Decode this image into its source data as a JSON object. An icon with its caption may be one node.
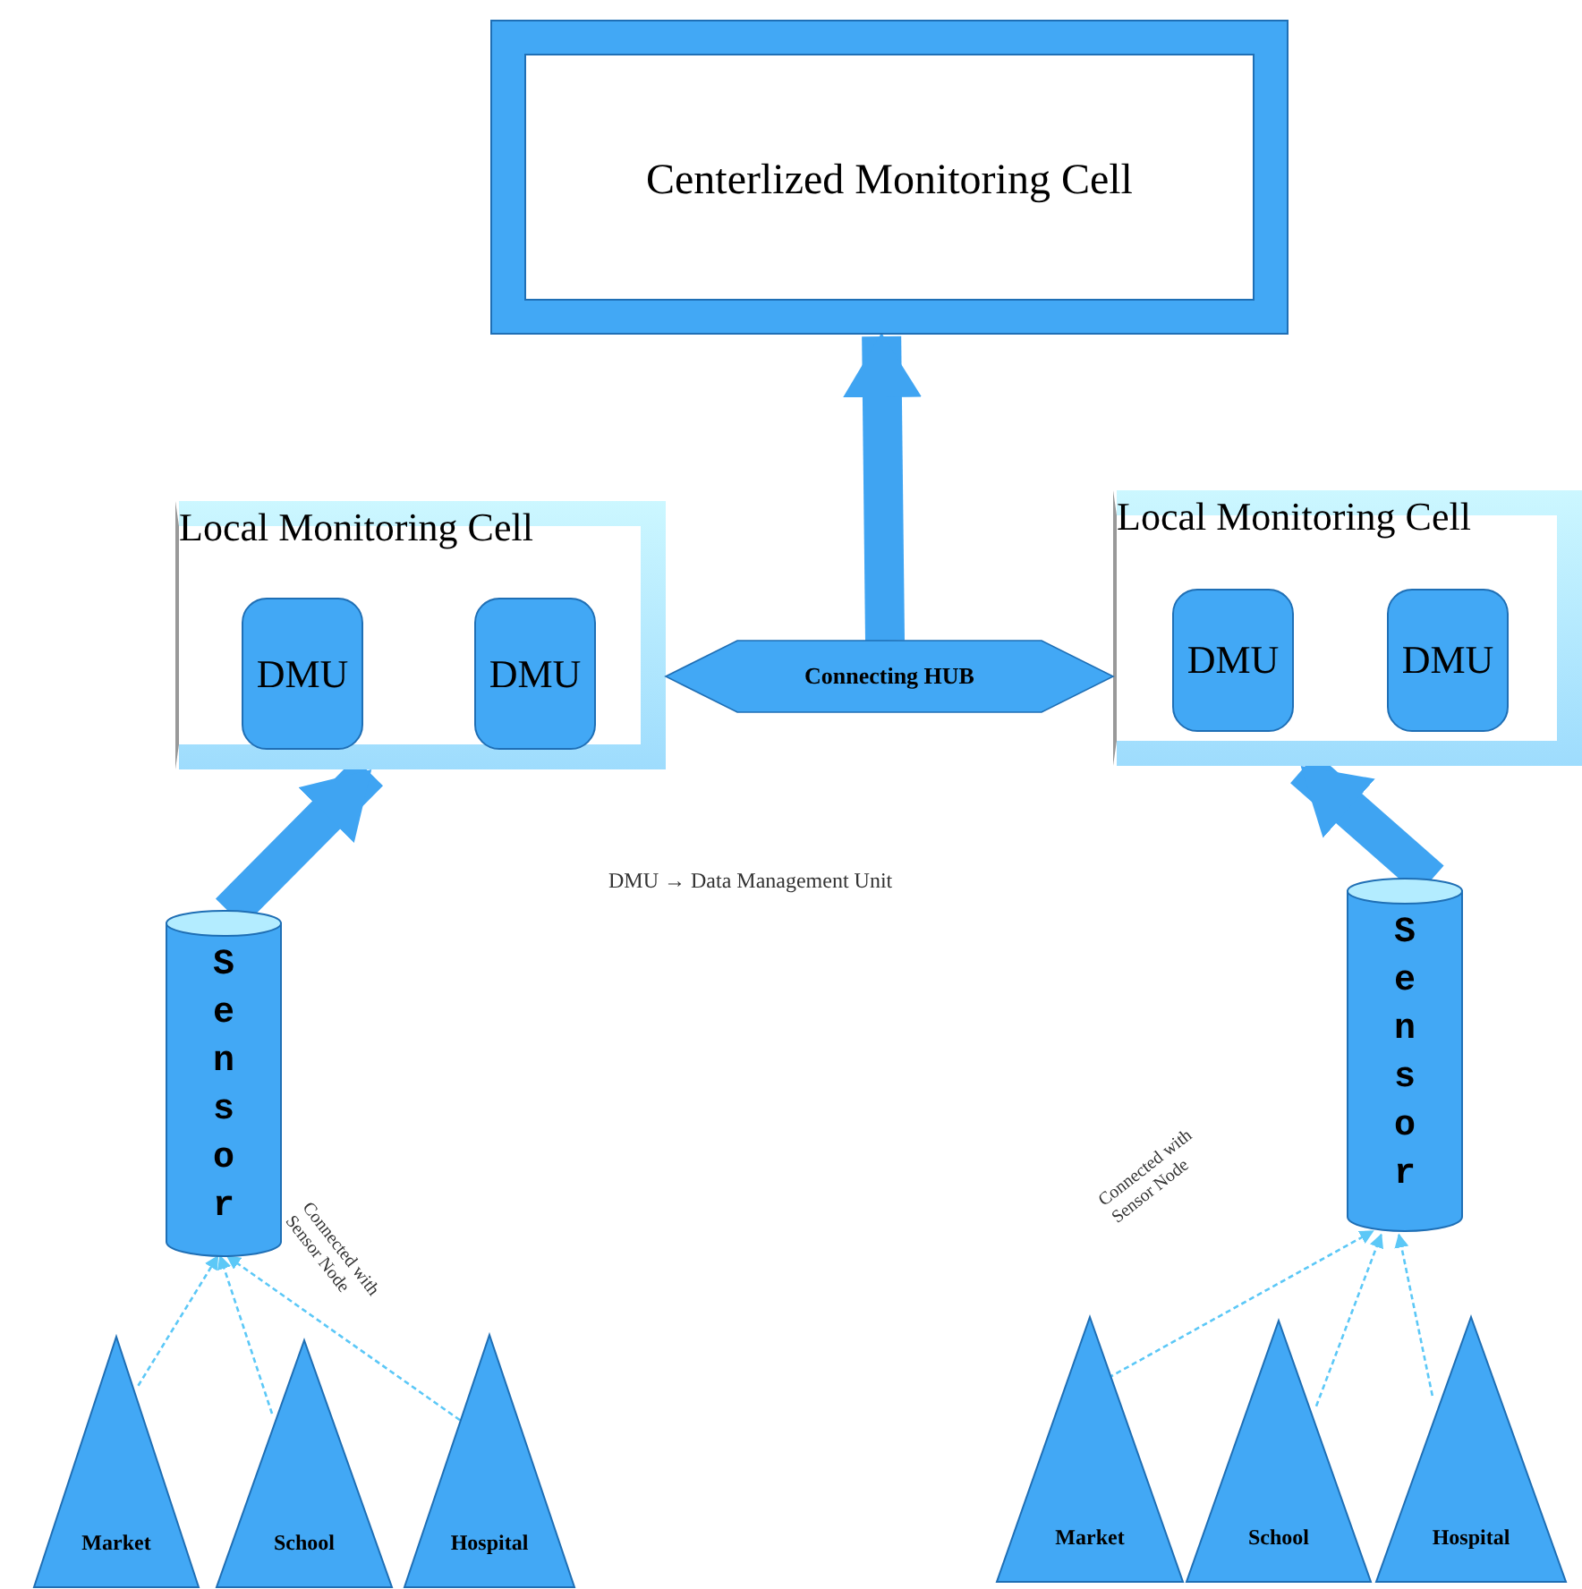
{
  "diagram": {
    "nodes": [
      {
        "text": [
          "Centerlized Monitoring Cell"
        ]
      },
      {
        "text": [
          "Local Monitoring Cell"
        ]
      },
      {
        "text": [
          "DMU"
        ],
        "in": 1
      },
      {
        "text": [
          "DMU"
        ],
        "in": 1
      },
      {
        "text": [
          "Local Monitoring Cell"
        ]
      },
      {
        "text": [
          "DMU"
        ],
        "in": 4
      },
      {
        "text": [
          "DMU"
        ],
        "in": 4
      },
      {
        "text": [
          "Connecting HUB"
        ]
      },
      {
        "text": [
          "Sensor"
        ]
      },
      {
        "text": [
          "Sensor"
        ]
      },
      {
        "text": [
          "Market"
        ]
      },
      {
        "text": [
          "School"
        ]
      },
      {
        "text": [
          "Hospital"
        ]
      },
      {
        "text": [
          "Market"
        ]
      },
      {
        "text": [
          "School"
        ]
      },
      {
        "text": [
          "Hospital"
        ]
      }
    ],
    "edges": [
      {
        "from": 7,
        "to": 0,
        "arrow": "to",
        "style": "thick",
        "color": "#3fa4f2"
      },
      {
        "from": 8,
        "to": 1,
        "arrow": "to",
        "style": "thick",
        "color": "#3fa4f2"
      },
      {
        "from": 9,
        "to": 4,
        "arrow": "to",
        "style": "thick",
        "color": "#3fa4f2"
      },
      {
        "from": 10,
        "to": 8,
        "arrow": "to",
        "style": "dashed"
      },
      {
        "from": 11,
        "to": 8,
        "arrow": "to",
        "style": "dashed"
      },
      {
        "from": 12,
        "to": 8,
        "arrow": "to",
        "style": "dashed"
      },
      {
        "from": 13,
        "to": 9,
        "arrow": "to",
        "style": "dashed"
      },
      {
        "from": 14,
        "to": 9,
        "arrow": "to",
        "style": "dashed"
      },
      {
        "from": 15,
        "to": 9,
        "arrow": "to",
        "style": "dashed"
      }
    ],
    "labels": [
      "DMU → Data Management Unit",
      "Connected with Sensor Node",
      "Connected with Sensor Node"
    ]
  }
}
